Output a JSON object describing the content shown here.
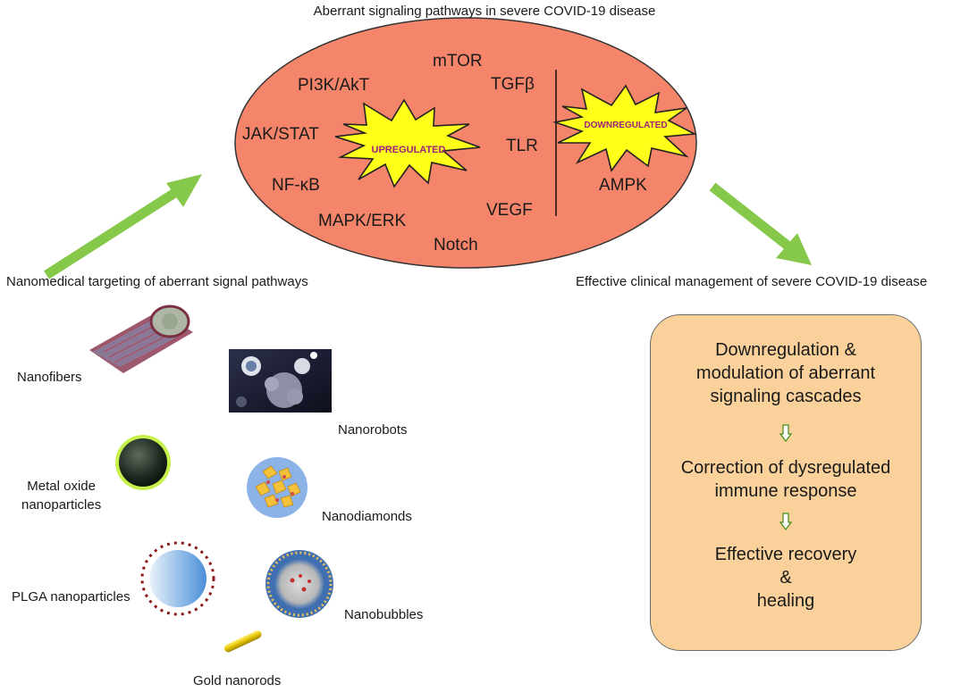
{
  "title": "Aberrant signaling pathways in severe COVID-19 disease",
  "upregulated": {
    "burst_label": "UPREGULATED",
    "pathways": [
      "mTOR",
      "PI3K/AkT",
      "TGFβ",
      "JAK/STAT",
      "TLR",
      "NF-κB",
      "VEGF",
      "MAPK/ERK",
      "Notch"
    ]
  },
  "downregulated": {
    "burst_label": "DOWNREGULATED",
    "pathways": [
      "AMPK"
    ]
  },
  "left_heading": "Nanomedical targeting of aberrant signal pathways",
  "right_heading": "Effective clinical management of severe COVID-19 disease",
  "nanoparticles": [
    "Nanofibers",
    "Nanorobots",
    "Metal oxide nanoparticles",
    "Nanodiamonds",
    "PLGA nanoparticles",
    "Nanobubbles",
    "Gold nanorods"
  ],
  "nanoparticle_label_lines": {
    "metal_oxide": [
      "Metal oxide",
      "nanoparticles"
    ]
  },
  "management_steps": [
    [
      "Downregulation &",
      "modulation of aberrant",
      "signaling cascades"
    ],
    [
      "Correction of dysregulated",
      "immune response"
    ],
    [
      "Effective recovery",
      "&",
      "healing"
    ]
  ],
  "colors": {
    "ellipse_fill": "#f4856a",
    "burst_fill": "#ffff1a",
    "arrow_green": "#86c94a",
    "box_fill": "#fbd19b"
  }
}
